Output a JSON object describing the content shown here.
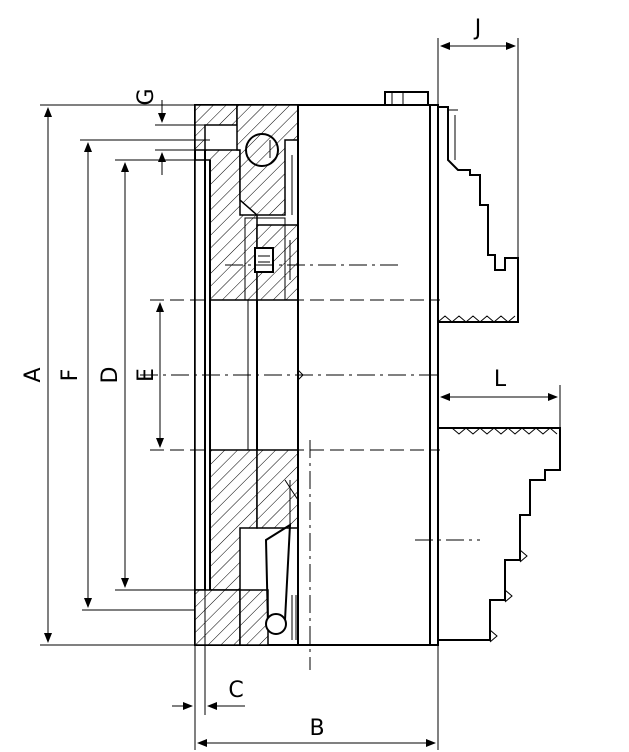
{
  "figure": {
    "description_type": "technical-drawing-chuck",
    "dimension_labels": {
      "A": "A",
      "B": "B",
      "C": "C",
      "D": "D",
      "E": "E",
      "F": "F",
      "G": "G",
      "J": "J",
      "L": "L"
    }
  }
}
